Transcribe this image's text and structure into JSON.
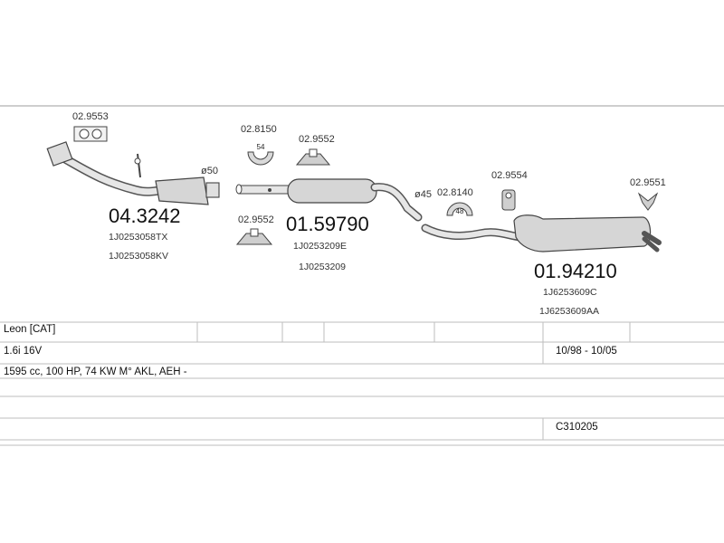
{
  "colors": {
    "line": "#bdbdbd",
    "ink": "#222222",
    "part": "#d6d6d6"
  },
  "parts": {
    "front_pipe": {
      "number": "04.3242",
      "refs": [
        "1J0253058TX",
        "1J0253058KV"
      ],
      "diameter": "ø50"
    },
    "middle_silencer": {
      "number": "01.59790",
      "refs": [
        "1J0253209E",
        "1J0253209"
      ],
      "diameter": "ø45"
    },
    "rear_silencer": {
      "number": "01.94210",
      "refs": [
        "1J6253609C",
        "1J6253609AA"
      ]
    }
  },
  "accessories": {
    "gasket": "02.9553",
    "clamp_54": {
      "code": "02.8150",
      "size": "54"
    },
    "hanger_mid": "02.9552",
    "hanger_low": "02.9552",
    "clamp_48": {
      "code": "02.8140",
      "size": "48"
    },
    "hanger_rear": "02.9554",
    "hanger_tail": "02.9551"
  },
  "table": {
    "model": "Leon  [CAT]",
    "engine": "1.6i 16V",
    "years": "10/98 - 10/05",
    "spec": "1595 cc, 100 HP, 74 KW M° AKL, AEH -",
    "code": "C310205"
  }
}
